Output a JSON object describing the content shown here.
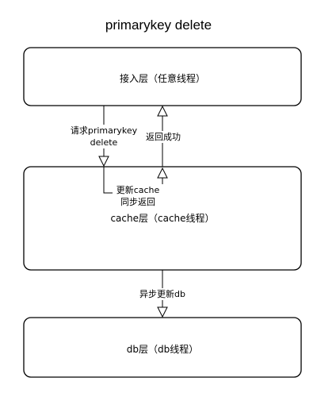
{
  "title": "primarykey delete",
  "nodes": {
    "access": {
      "label": "接入层（任意线程）"
    },
    "cache": {
      "label": "cache层（cache线程）"
    },
    "db": {
      "label": "db层（db线程）"
    }
  },
  "edges": {
    "request": {
      "line1": "请求primarykey",
      "line2": "delete"
    },
    "return_success": {
      "label": "返回成功"
    },
    "update_cache": {
      "line1": "更新cache",
      "line2": "同步返回"
    },
    "async_update_db": {
      "label": "异步更新db"
    }
  }
}
